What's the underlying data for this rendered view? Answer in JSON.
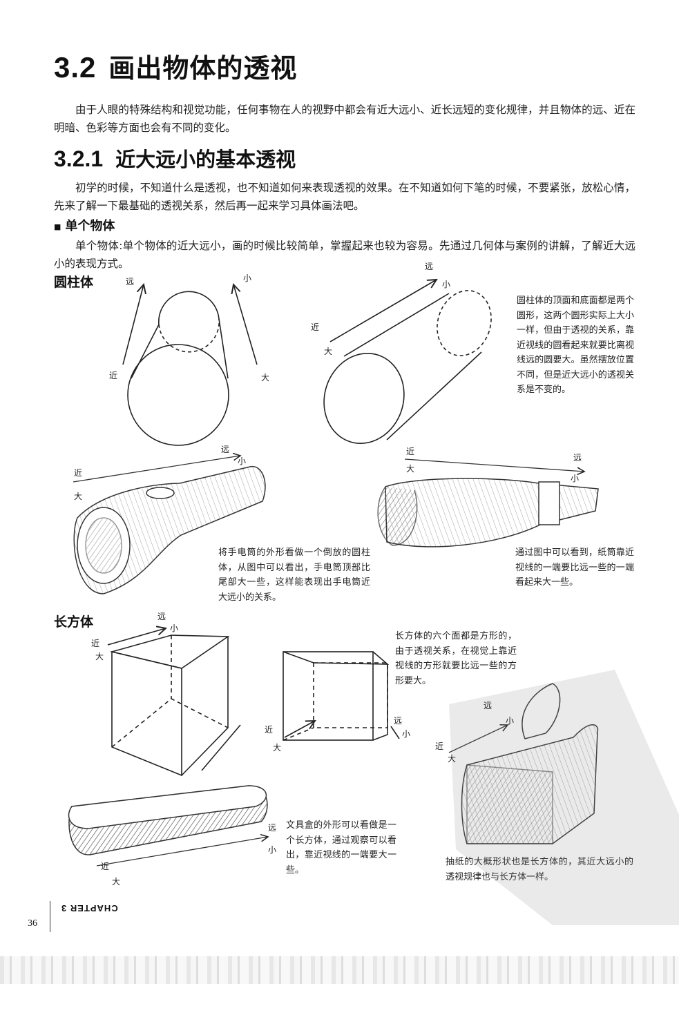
{
  "heading": {
    "number": "3.2",
    "title": "画出物体的透视"
  },
  "intro": "由于人眼的特殊结构和视觉功能，任何事物在人的视野中都会有近大远小、近长远短的变化规律，并且物体的远、近在明暗、色彩等方面也会有不同的变化。",
  "section": {
    "number": "3.2.1",
    "title": "近大远小的基本透视"
  },
  "section_intro": "初学的时候，不知道什么是透视，也不知道如何来表现透视的效果。在不知道如何下笔的时候，不要紧张，放松心情，先来了解一下最基础的透视关系，然后再一起来学习具体画法吧。",
  "subheading": {
    "mark": "■",
    "title": "单个物体"
  },
  "single_object_text": "单个物体:单个物体的近大远小，画的时候比较简单，掌握起来也较为容易。先通过几何体与案例的讲解，了解近大远小的表现方式。",
  "cylinder": {
    "label": "圆柱体",
    "note": "圆柱体的顶面和底面都是两个圆形，这两个圆形实际上大小一样，但由于透视的关系，靠近视线的圆看起来就要比离视线远的圆要大。虽然摆放位置不同，但是近大远小的透视关系是不变的。",
    "flashlight_note": "将手电筒的外形看做一个倒放的圆柱体，从图中可以看出，手电筒顶部比尾部大一些，这样能表现出手电筒近大远小的关系。",
    "tube_note": "通过图中可以看到，纸筒靠近视线的一端要比远一些的一端看起来大一些。"
  },
  "cuboid": {
    "label": "长方体",
    "note": "长方体的六个面都是方形的，由于透视关系，在视觉上靠近视线的方形就要比远一些的方形要大。",
    "pencilbox_note": "文具盒的外形可以看做是一个长方体，通过观察可以看出，靠近视线的一端要大一些。",
    "tissue_note": "抽纸的大概形状也是长方体的，其近大远小的透视规律也与长方体一样。"
  },
  "words": {
    "far": "远",
    "small": "小",
    "near": "近",
    "big": "大"
  },
  "footer": {
    "chapter": "CHAPTER 3",
    "page": "36"
  }
}
